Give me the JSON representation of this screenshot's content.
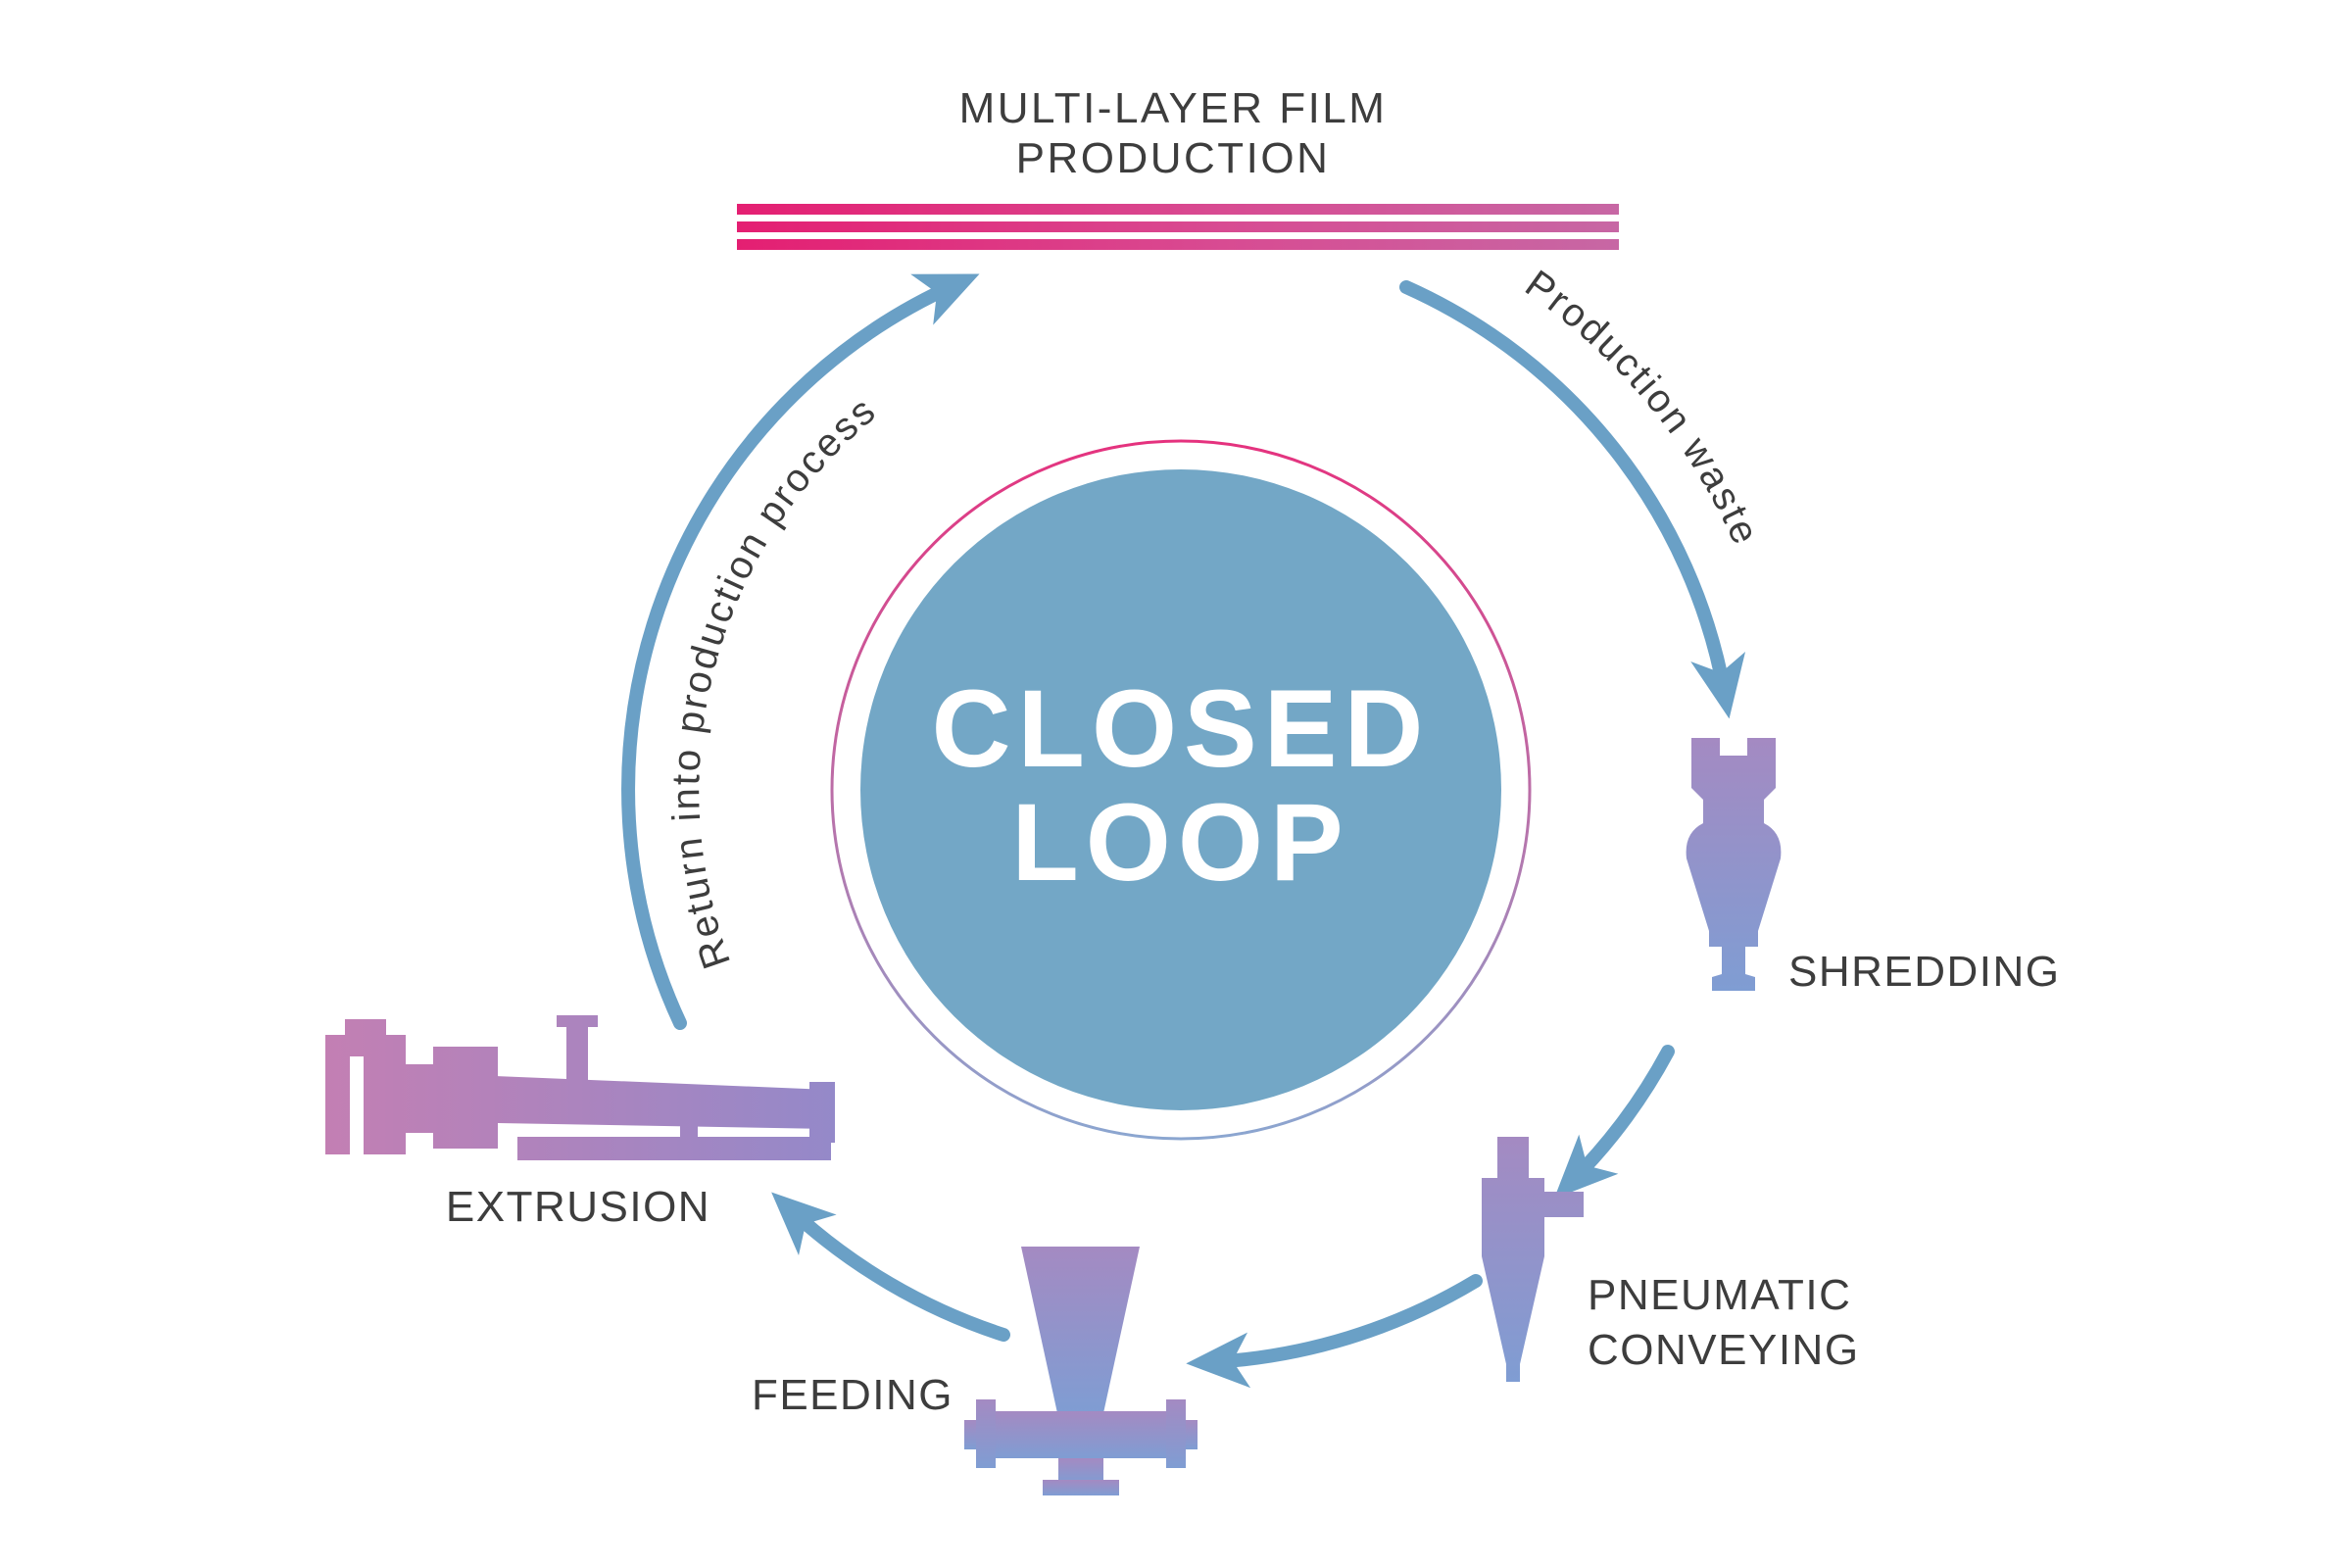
{
  "diagram": {
    "title_line1": "MULTI-LAYER FILM",
    "title_line2": "PRODUCTION",
    "center": {
      "line1": "CLOSED",
      "line2": "LOOP"
    },
    "flow_labels": {
      "production_waste": "Production waste",
      "return": "Return into production process"
    },
    "stages": {
      "shredding": "SHREDDING",
      "pneumatic_line1": "PNEUMATIC",
      "pneumatic_line2": "CONVEYING",
      "feeding": "FEEDING",
      "extrusion": "EXTRUSION"
    },
    "colors": {
      "film_pink": "#e41f72",
      "film_pink_light": "#c767a4",
      "arrow_blue": "#6aa0c6",
      "circle_blue": "#73a7c6",
      "ring_pink": "#e5327e",
      "ring_blue": "#8ba6d0",
      "icon_purple": "#a48ac2",
      "icon_blue": "#7f9dd3",
      "extrusion_pink": "#c37fb3",
      "extrusion_purple": "#9489c9",
      "text": "#3d3d3d"
    }
  }
}
